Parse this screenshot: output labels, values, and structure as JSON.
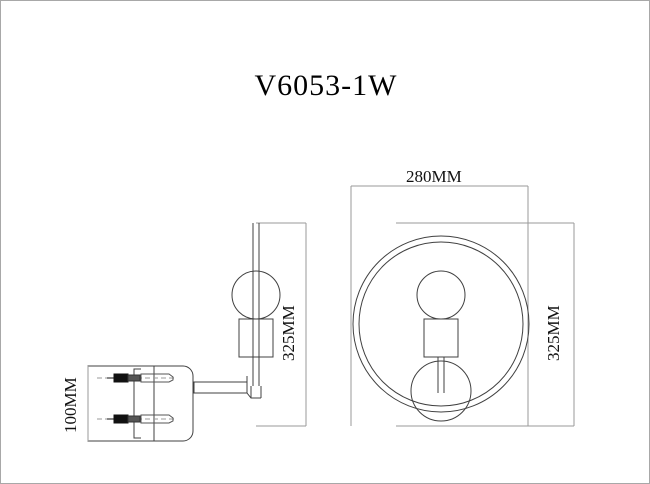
{
  "document": {
    "type": "technical-drawing",
    "title": "V6053-1W",
    "background_color": "#ffffff",
    "line_color": "#404040",
    "border_color": "#a8a8a8"
  },
  "dimensions": {
    "width_label": "280MM",
    "height_label_front": "325MM",
    "height_label_side": "325MM",
    "depth_label": "100MM"
  },
  "views": {
    "side": {
      "name": "side-view",
      "height_dimension": "325MM",
      "depth_dimension": "100MM"
    },
    "front": {
      "name": "front-view",
      "width_dimension": "280MM",
      "height_dimension": "325MM"
    }
  },
  "chart_data": {
    "type": "table",
    "title": "V6053-1W",
    "categories": [
      "Width",
      "Height",
      "Depth"
    ],
    "values": [
      280,
      325,
      100
    ],
    "units": "MM",
    "annotations": [
      "280MM",
      "325MM",
      "325MM",
      "100MM"
    ]
  }
}
